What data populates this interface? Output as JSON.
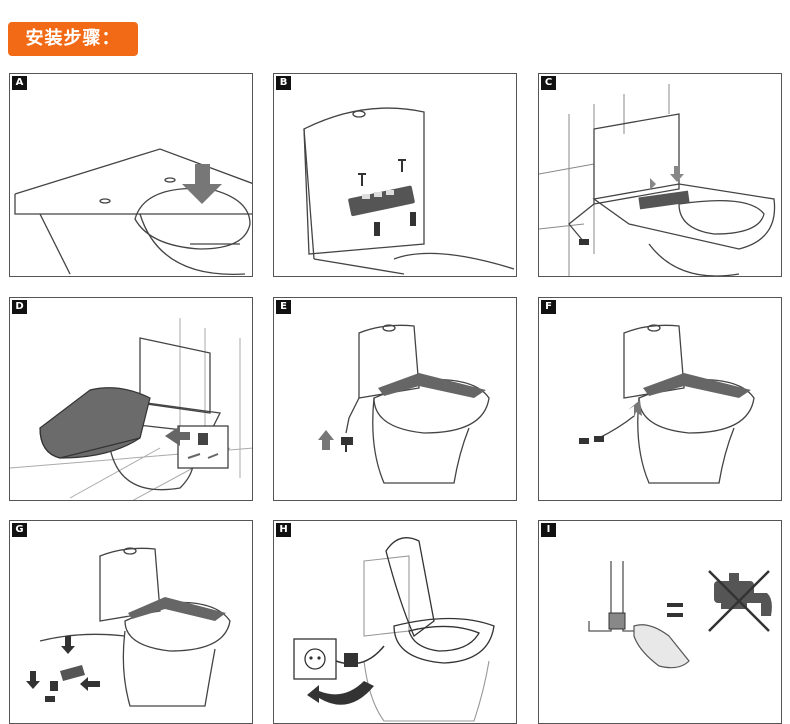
{
  "header": {
    "title": "安装步骤："
  },
  "steps": [
    {
      "label": "A",
      "icon": "toilet-bowl-holes-arrow-illustration"
    },
    {
      "label": "B",
      "icon": "mounting-bracket-bolts-illustration"
    },
    {
      "label": "C",
      "icon": "bracket-on-toilet-illustration"
    },
    {
      "label": "D",
      "icon": "slide-seat-on-illustration"
    },
    {
      "label": "E",
      "icon": "water-hose-unplug-illustration"
    },
    {
      "label": "F",
      "icon": "hose-connect-illustration"
    },
    {
      "label": "G",
      "icon": "t-valve-assembly-illustration"
    },
    {
      "label": "H",
      "icon": "power-plug-connect-illustration"
    },
    {
      "label": "I",
      "icon": "open-water-valve-illustration"
    }
  ],
  "colors": {
    "header_bg": "#f26a16",
    "tag_bg": "#111111",
    "line": "#444444"
  }
}
